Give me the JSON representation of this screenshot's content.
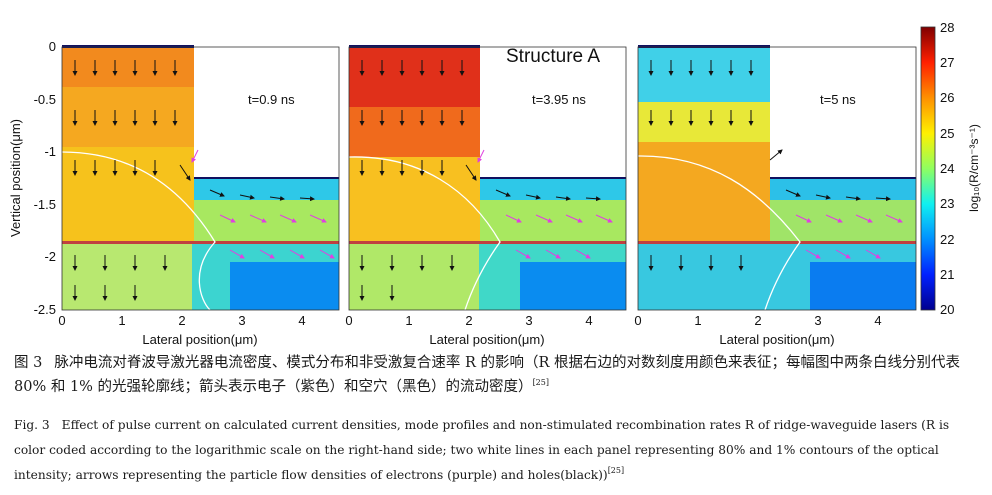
{
  "figure": {
    "structure_label": "Structure A",
    "panels": [
      {
        "time_label": "t=0.9 ns"
      },
      {
        "time_label": "t=3.95 ns"
      },
      {
        "time_label": "t=5 ns"
      }
    ],
    "y_axis_label": "Vertical position(μm)",
    "x_axis_label": "Lateral position(μm)",
    "y_ticks": [
      "0",
      "-0.5",
      "-1",
      "-1.5",
      "-2",
      "-2.5"
    ],
    "x_ticks": [
      "0",
      "1",
      "2",
      "3",
      "4"
    ],
    "colorbar": {
      "ticks": [
        "20",
        "21",
        "22",
        "23",
        "24",
        "25",
        "26",
        "27",
        "28"
      ],
      "label": "log₁₀(R/cm⁻³s⁻¹)"
    }
  },
  "chart_data": {
    "type": "heatmap",
    "title": "Structure A",
    "xlabel": "Lateral position(μm)",
    "ylabel": "Vertical position(μm)",
    "xlim": [
      0,
      4.6
    ],
    "ylim": [
      -2.5,
      0
    ],
    "colorbar_range": [
      20,
      28
    ],
    "colorbar_label": "log₁₀(R/cm⁻³s⁻¹)",
    "panels": [
      "t=0.9 ns",
      "t=3.95 ns",
      "t=5 ns"
    ]
  },
  "caption": {
    "cn_label": "图 3",
    "cn_text": "脉冲电流对脊波导激光器电流密度、模式分布和非受激复合速率 R 的影响（R 根据右边的对数刻度用颜色来表征；每幅图中两条白线分别代表 80% 和 1% 的光强轮廓线；箭头表示电子（紫色）和空穴（黑色）的流动密度）",
    "cn_ref": "[25]",
    "en_label": "Fig. 3",
    "en_text": "Effect of pulse current on calculated current densities, mode profiles and non-stimulated recombination rates R of ridge-waveguide lasers (R is color coded according to the logarithmic scale on the right-hand side; two white lines in each panel representing 80% and 1% contours of the optical intensity; arrows representing the particle flow densities of electrons (purple) and holes(black))",
    "en_ref": "[25]"
  }
}
